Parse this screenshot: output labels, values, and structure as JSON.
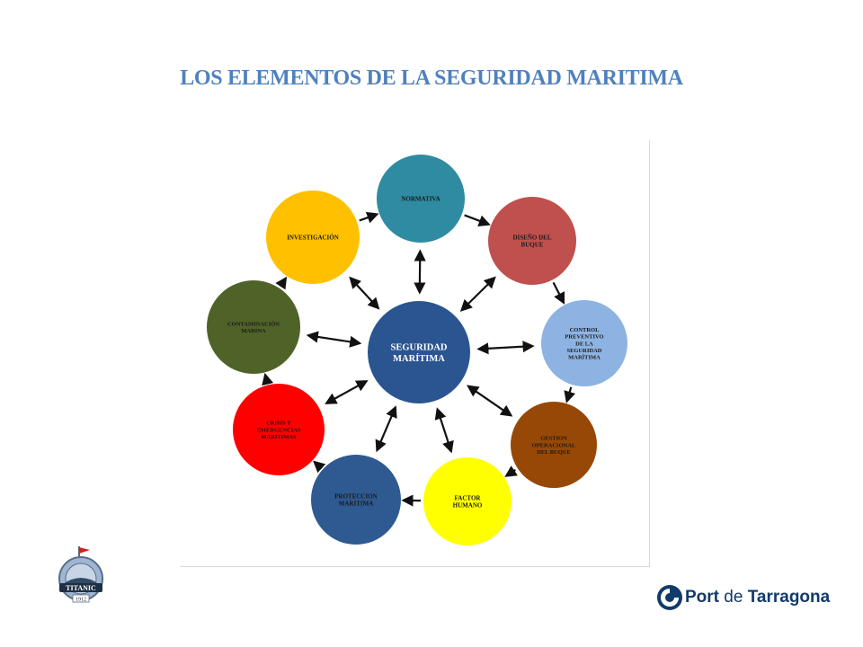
{
  "slide": {
    "title": "LOS ELEMENTOS DE LA SEGURIDAD MARITIMA"
  },
  "diagram": {
    "center": {
      "lines": [
        "SEGURIDAD",
        "MARÍTIMA"
      ],
      "color": "#2b5590"
    },
    "nodes": [
      {
        "id": "normativa",
        "lines": [
          "NORMATIVA"
        ],
        "color": "#2e8ba1"
      },
      {
        "id": "diseno",
        "lines": [
          "DISEÑO DEL",
          "BUQUE"
        ],
        "color": "#c0504d"
      },
      {
        "id": "control",
        "lines": [
          "CONTROL",
          "PREVENTIVO",
          "DE LA",
          "SEGURIDAD",
          "MARÍTIMA"
        ],
        "color": "#8db3e2"
      },
      {
        "id": "gestion",
        "lines": [
          "GESTION",
          "OPERACIONAL",
          "DEL BUQUE"
        ],
        "color": "#974806"
      },
      {
        "id": "factor",
        "lines": [
          "FACTOR",
          "HUMANO"
        ],
        "color": "#ffff00"
      },
      {
        "id": "proteccion",
        "lines": [
          "PROTECCION",
          "MARITIMA"
        ],
        "color": "#2e5a91"
      },
      {
        "id": "crisis",
        "lines": [
          "CRISIS Y",
          "EMERGENCIAS",
          "MARITIMAS"
        ],
        "color": "#ff0000"
      },
      {
        "id": "contaminacion",
        "lines": [
          "CONTAMINACIÓN",
          "MARINA"
        ],
        "color": "#4f6228"
      },
      {
        "id": "investigacion",
        "lines": [
          "INVESTIGACIÓN"
        ],
        "color": "#ffc000"
      }
    ]
  },
  "logos": {
    "left_text": "TITANIC",
    "left_year": "1912",
    "right_brand": "Port",
    "right_de": "de",
    "right_city": "Tarragona"
  }
}
